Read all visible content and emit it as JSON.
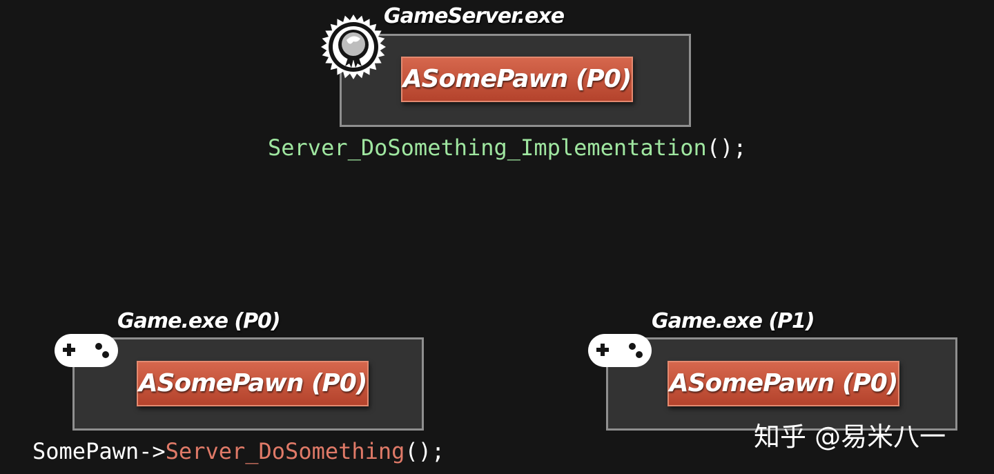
{
  "server": {
    "title": "GameServer.exe",
    "pawn_label": "ASomePawn (P0)",
    "code_call": "Server_DoSomething_Implementation",
    "code_suffix": "();"
  },
  "client_left": {
    "title": "Game.exe (P0)",
    "pawn_label": "ASomePawn (P0)",
    "code_prefix": "SomePawn->",
    "code_call": "Server_DoSomething",
    "code_suffix": "();"
  },
  "client_right": {
    "title": "Game.exe (P1)",
    "pawn_label": "ASomePawn (P0)"
  },
  "watermark": "知乎 @易米八一",
  "icons": {
    "server": "server-badge-icon",
    "client_left": "gamepad-icon",
    "client_right": "gamepad-icon"
  },
  "colors": {
    "background": "#151515",
    "box_fill": "#333333",
    "box_border": "#8f8f8f",
    "pawn_fill": "#c4503a",
    "code_green": "#9fe6a0",
    "code_red": "#e07a68",
    "code_white": "#ffffff"
  }
}
